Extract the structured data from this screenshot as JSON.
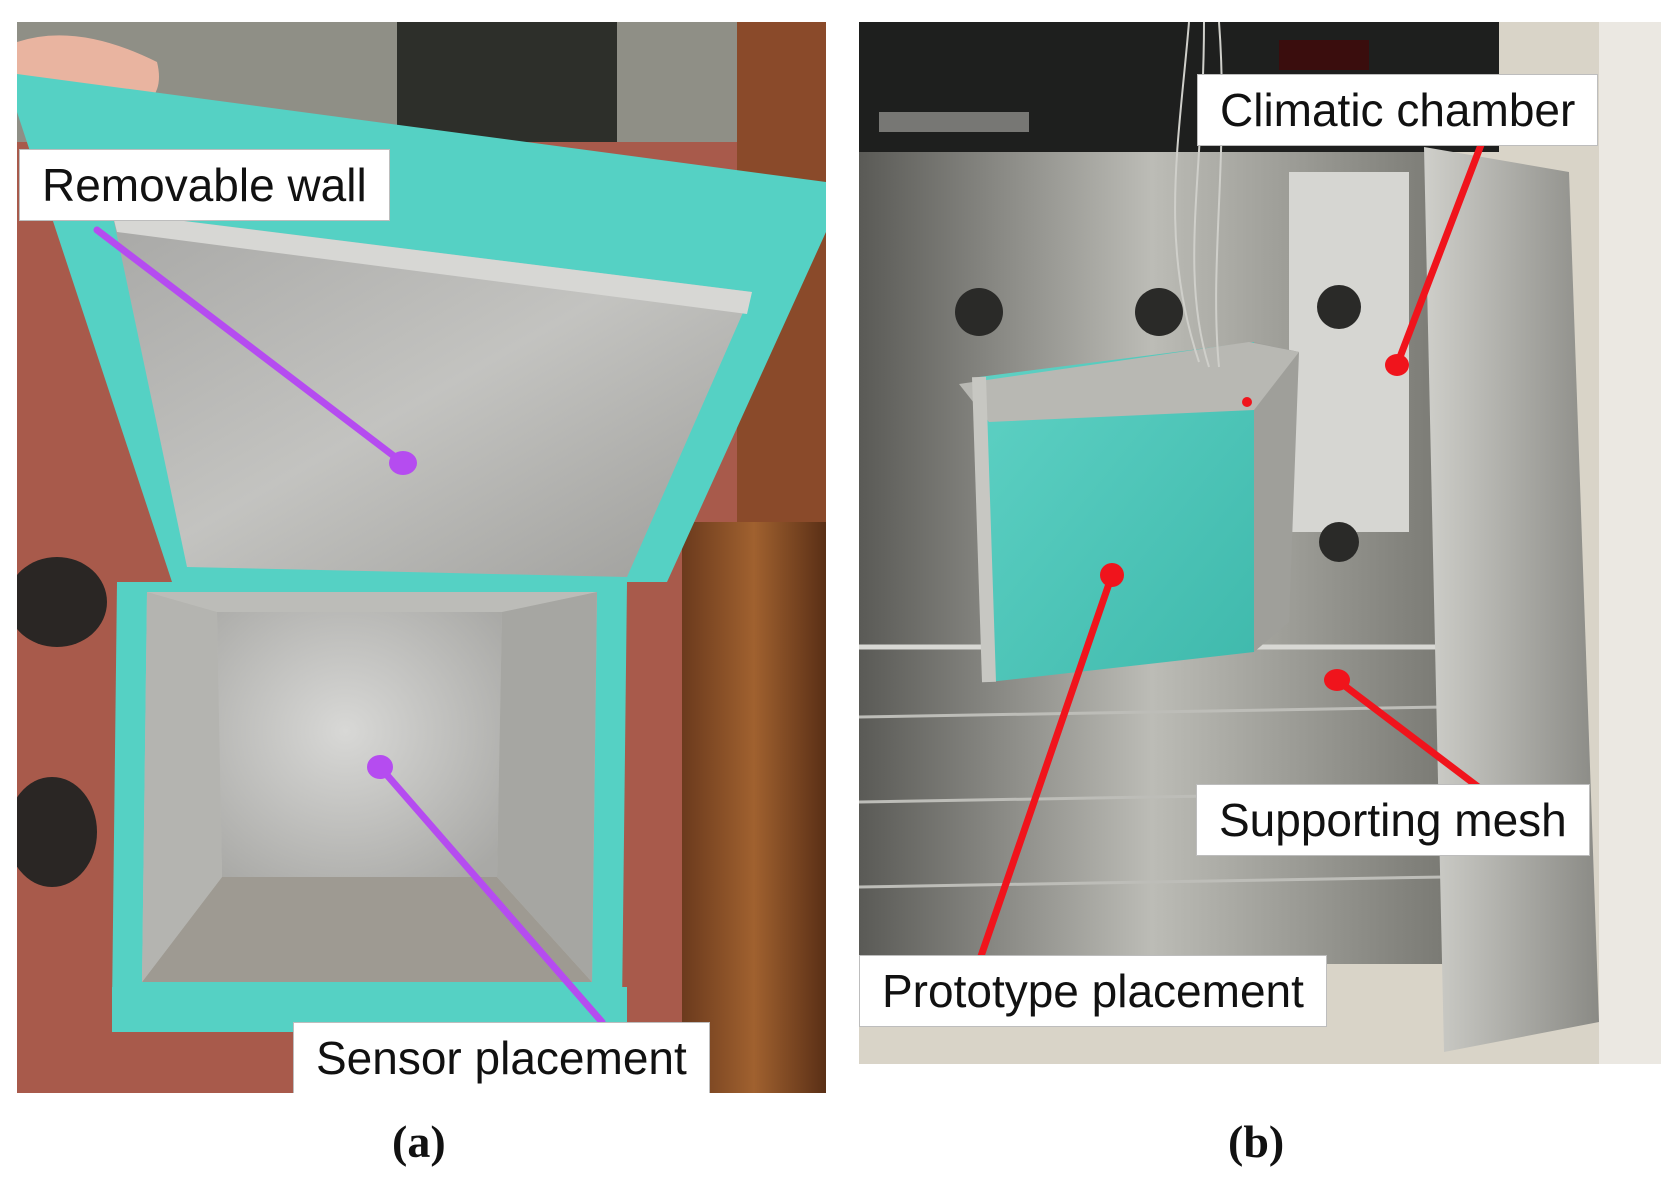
{
  "panels": {
    "a": {
      "caption": "(a)",
      "labels": {
        "removable_wall": "Removable wall",
        "sensor_placement": "Sensor placement"
      }
    },
    "b": {
      "caption": "(b)",
      "labels": {
        "climatic_chamber": "Climatic chamber",
        "supporting_mesh": "Supporting mesh",
        "prototype_placement": "Prototype placement"
      }
    }
  },
  "colors": {
    "foam_green": "#55d1c4",
    "panel_a_pointer": "#b54cf0",
    "panel_b_pointer": "#f0141c"
  }
}
